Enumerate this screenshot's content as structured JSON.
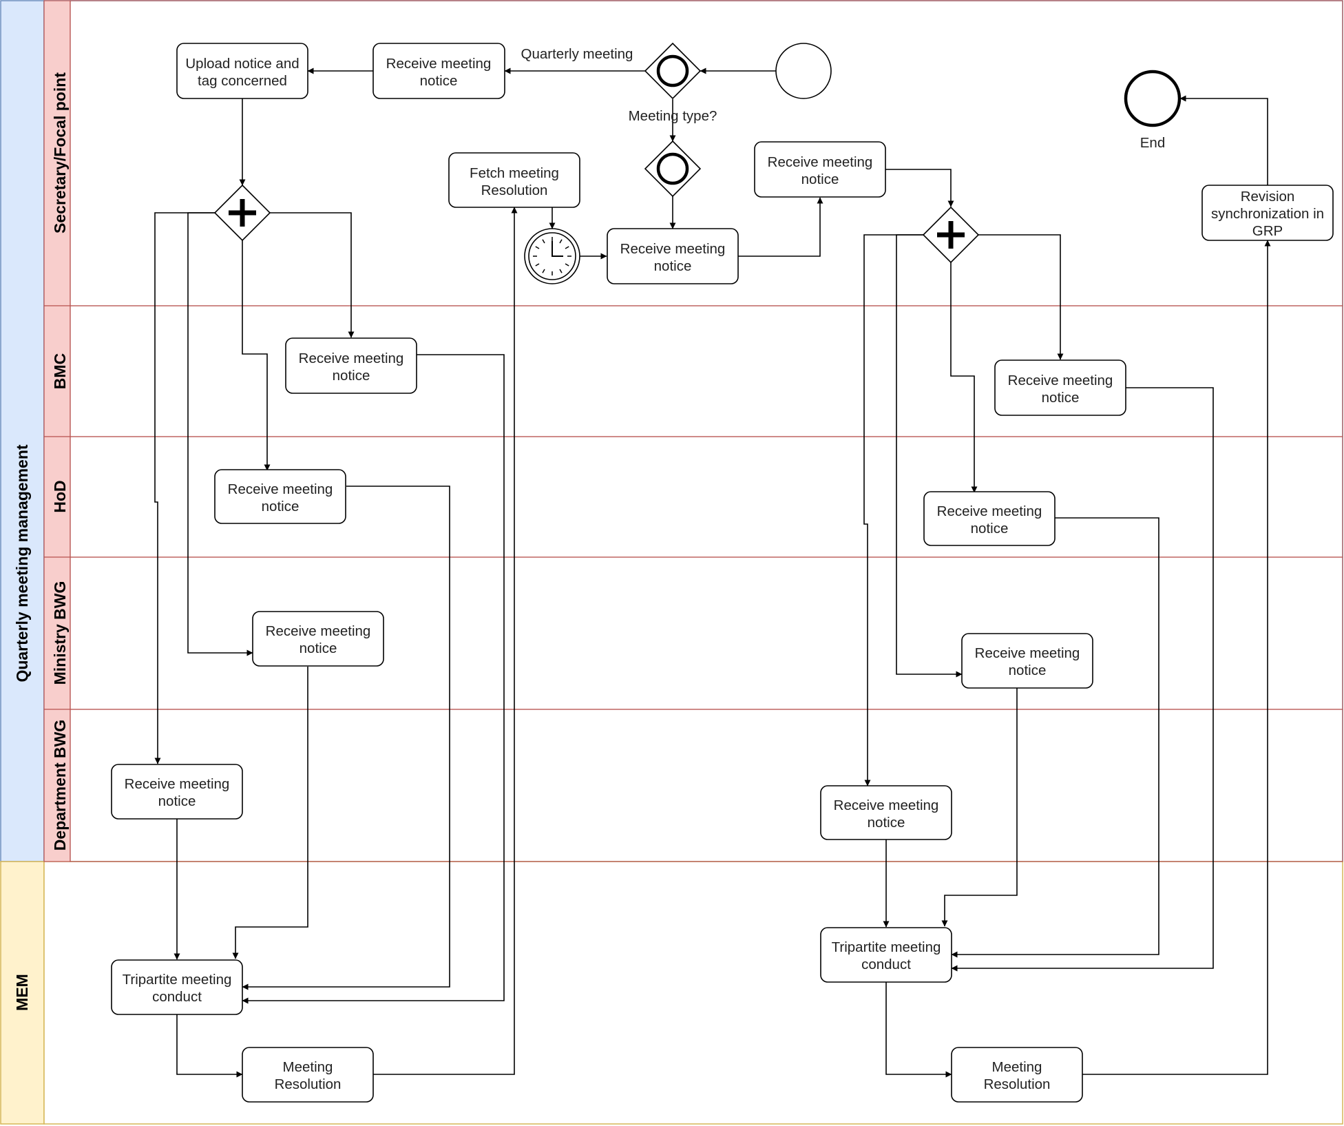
{
  "diagram": {
    "pools": {
      "main": "Quarterly meeting management",
      "mem": "MEM"
    },
    "lanes": {
      "secretary": "Secretary/Focal point",
      "bmc": "BMC",
      "hod": "HoD",
      "ministry": "Ministry BWG",
      "department": "Department BWG"
    },
    "labels": {
      "quarterly_meeting": "Quarterly meeting",
      "meeting_type": "Meeting type?",
      "end": "End"
    },
    "tasks": {
      "upload_notice": [
        "Upload notice and",
        "tag concerned"
      ],
      "receive_notice_top": [
        "Receive meeting",
        "notice"
      ],
      "fetch_resolution": [
        "Fetch meeting",
        "Resolution"
      ],
      "receive_notice_timer": [
        "Receive meeting",
        "notice"
      ],
      "receive_notice_sec_right": [
        "Receive meeting",
        "notice"
      ],
      "revision_sync": [
        "Revision",
        "synchronization in",
        "GRP"
      ],
      "bmc_left": [
        "Receive meeting",
        "notice"
      ],
      "bmc_right": [
        "Receive meeting",
        "notice"
      ],
      "hod_left": [
        "Receive meeting",
        "notice"
      ],
      "hod_right": [
        "Receive meeting",
        "notice"
      ],
      "ministry_left": [
        "Receive meeting",
        "notice"
      ],
      "ministry_right": [
        "Receive meeting",
        "notice"
      ],
      "department_left": [
        "Receive meeting",
        "notice"
      ],
      "department_right": [
        "Receive meeting",
        "notice"
      ],
      "tripartite_left": [
        "Tripartite meeting",
        "conduct"
      ],
      "tripartite_right": [
        "Tripartite meeting",
        "conduct"
      ],
      "resolution_left": [
        "Meeting",
        "Resolution"
      ],
      "resolution_right": [
        "Meeting",
        "Resolution"
      ]
    },
    "colors": {
      "pool_main_fill": "#dae8fc",
      "pool_main_stroke": "#6c8ebf",
      "pool_mem_fill": "#fff2cc",
      "pool_mem_stroke": "#d6b656",
      "lane_fill": "#f8cecc",
      "lane_stroke": "#b85450",
      "flow_stroke": "#000000"
    }
  }
}
